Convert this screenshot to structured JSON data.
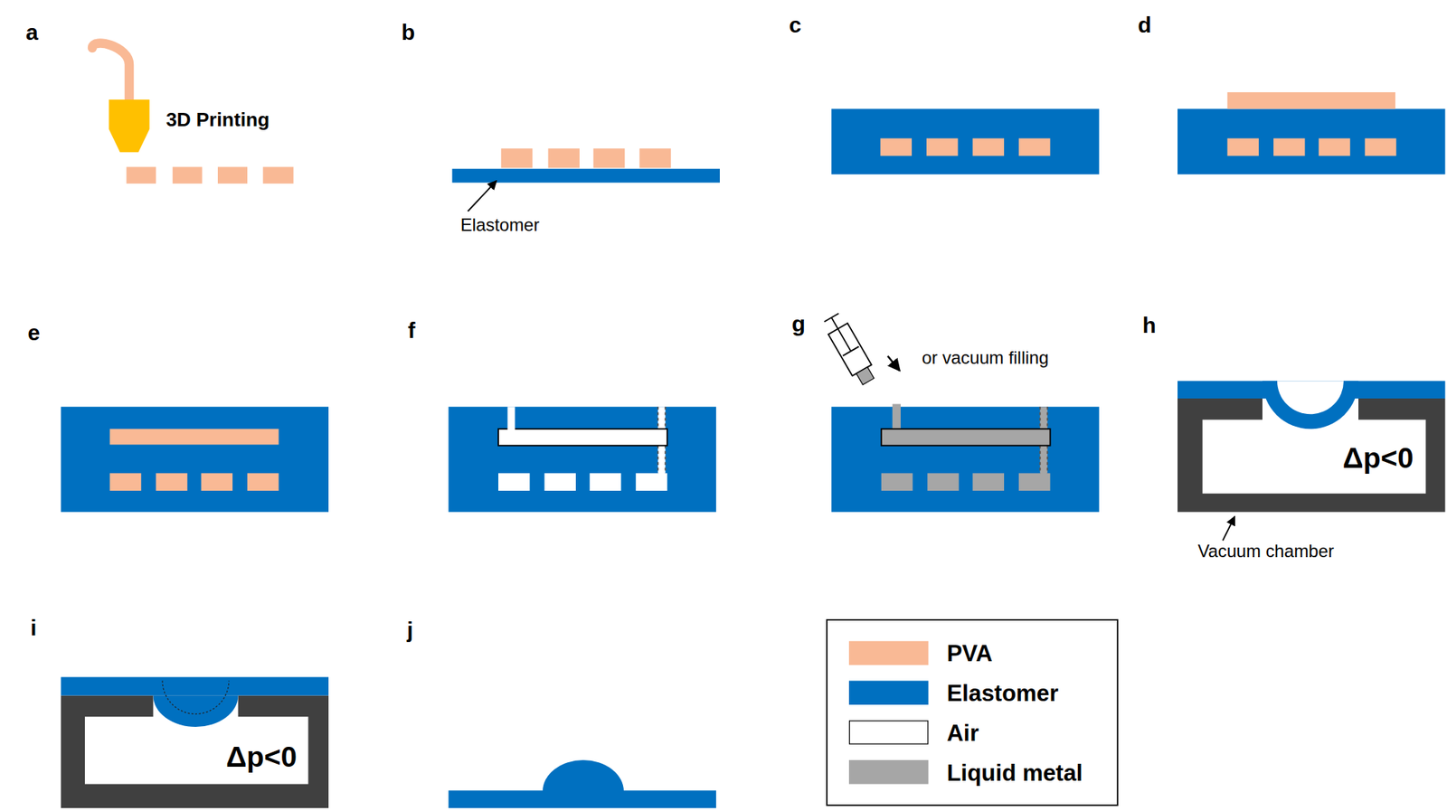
{
  "diagram": {
    "labels": [
      "a",
      "3D Printing",
      "b",
      "Elastomer",
      "c",
      "d",
      "e",
      "f",
      "g",
      "or vacuum filling",
      "h",
      "Δp<0",
      "Vacuum chamber",
      "i",
      "Δp<0",
      "j"
    ],
    "legend": [
      {
        "text": "PVA",
        "color": "#F9B995"
      },
      {
        "text": "Elastomer",
        "color": "#0070C0"
      },
      {
        "text": "Air",
        "color": "#FFFFFF"
      },
      {
        "text": "Liquid metal",
        "color": "#A6A6A6"
      }
    ]
  }
}
